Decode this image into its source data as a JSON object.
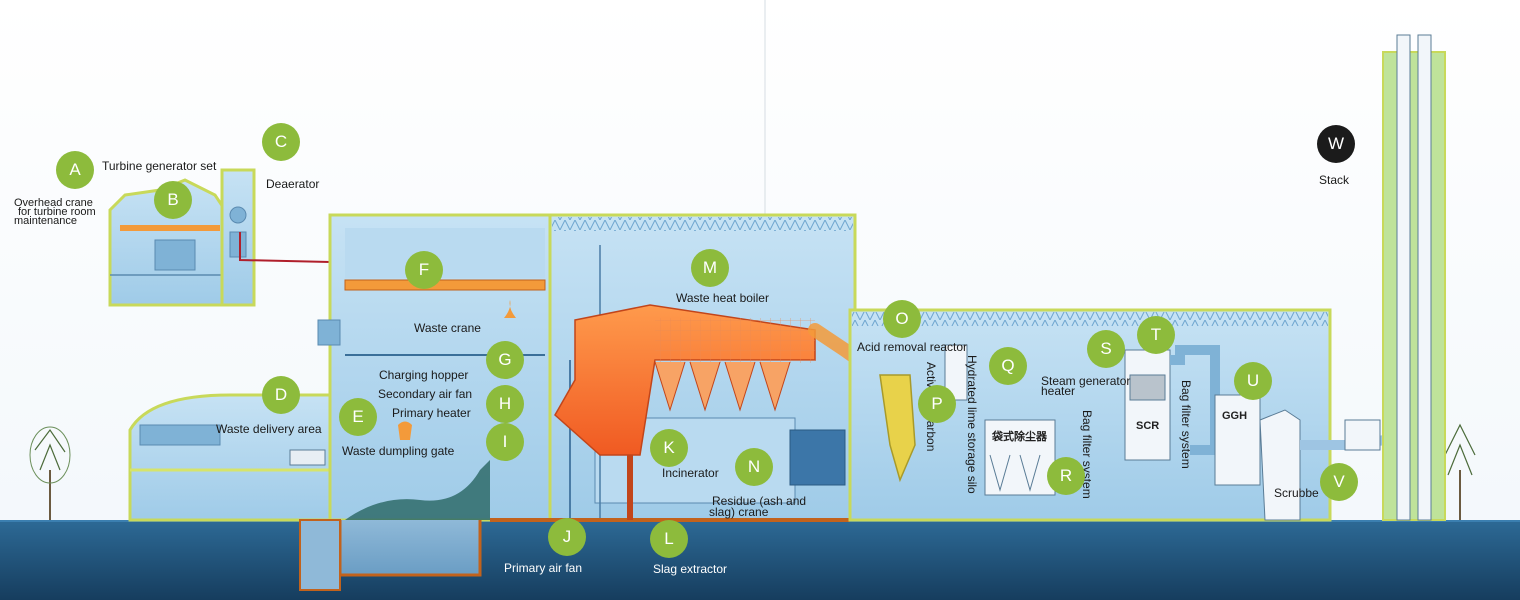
{
  "labels": {
    "turbine_generator": "Turbine generator set",
    "overhead_crane": "Overhead crane",
    "overhead_crane_2": "for turbine room",
    "overhead_crane_3": "maintenance",
    "deaerator": "Deaerator",
    "waste_delivery_area": "Waste delivery area",
    "waste_crane": "Waste crane",
    "charging_hopper": "Charging hopper",
    "secondary_air_fan": "Secondary air fan",
    "primary_heater": "Primary heater",
    "waste_dumpling_gate": "Waste dumpling gate",
    "incinerator": "Incinerator",
    "residue_crane": "Residue (ash and",
    "residue_crane_2": "slag) crane",
    "primary_air_fan": "Primary air fan",
    "slag_extractor": "Slag extractor",
    "waste_heat_boiler": "Waste heat boiler",
    "acid_removal_reactor": "Acid removal reactor",
    "activated_carbon": "Activated carbon",
    "hydrated_lime_storage_silo": "Hydrated lime storage silo",
    "steam_generator_heater": "Steam generator",
    "steam_generator_heater_2": "heater",
    "bag_filter_system_r": "Bag filter system",
    "bag_filter_system_t": "Bag filter system",
    "scrubber": "Scrubbe",
    "stack": "Stack"
  },
  "embedded_text": {
    "bag_filter_cn": "袋式除尘器",
    "scr": "SCR",
    "ggh": "GGH"
  },
  "markers": {
    "A": "A",
    "B": "B",
    "C": "C",
    "D": "D",
    "E": "E",
    "F": "F",
    "G": "G",
    "H": "H",
    "I": "I",
    "J": "J",
    "K": "K",
    "L": "L",
    "M": "M",
    "N": "N",
    "O": "O",
    "P": "P",
    "Q": "Q",
    "R": "R",
    "S": "S",
    "T": "T",
    "U": "U",
    "V": "V",
    "W": "W"
  },
  "colors": {
    "marker_green": "#8dbb3c",
    "marker_dark": "#1b1b1b",
    "building_fill": "#a9d2ec",
    "building_edge": "#d8e65a",
    "boiler_orange": "#f26a2a",
    "ground": "#1f4f78",
    "sky": "#ffffff"
  }
}
